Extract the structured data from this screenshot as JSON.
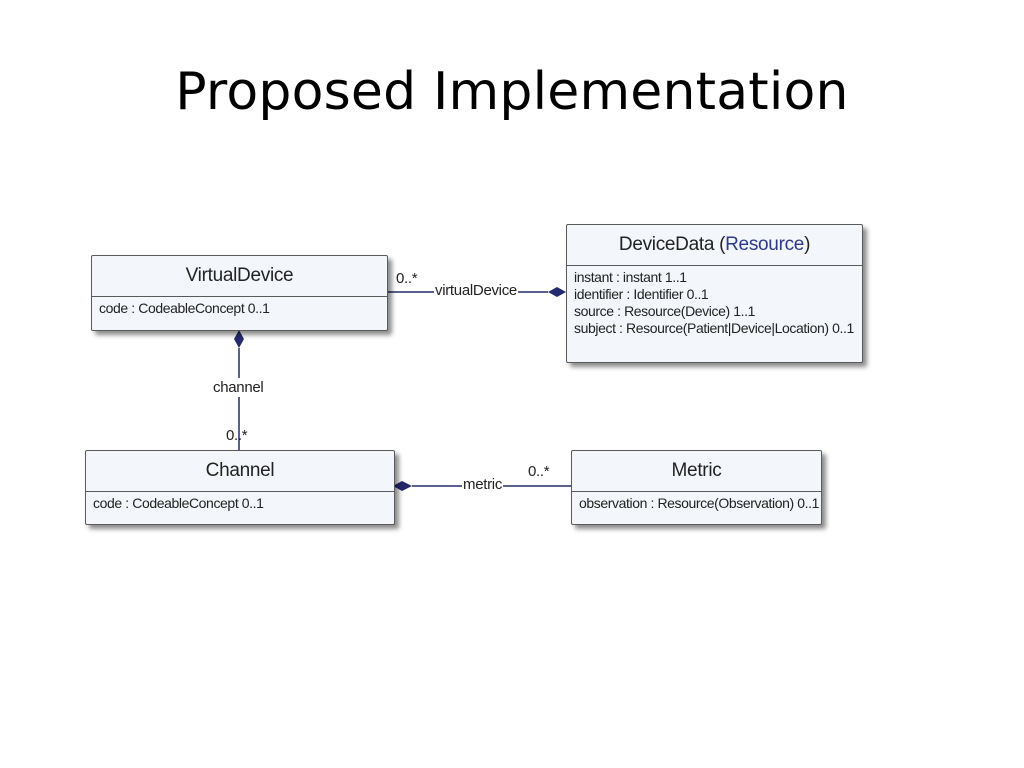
{
  "slide": {
    "title": "Proposed Implementation"
  },
  "classes": {
    "virtual_device": {
      "name": "VirtualDevice",
      "attributes": [
        "code : CodeableConcept 0..1"
      ]
    },
    "device_data": {
      "name": "DeviceData",
      "stereotype_open": " (",
      "stereotype": "Resource",
      "stereotype_close": ")",
      "attributes": [
        "instant : instant 1..1",
        "identifier : Identifier 0..1",
        "source : Resource(Device) 1..1",
        "subject : Resource(Patient|Device|Location) 0..1"
      ]
    },
    "channel": {
      "name": "Channel",
      "attributes": [
        "code : CodeableConcept 0..1"
      ]
    },
    "metric": {
      "name": "Metric",
      "attributes": [
        "observation : Resource(Observation) 0..1"
      ]
    }
  },
  "associations": {
    "virtual_device": {
      "role": "virtualDevice",
      "multiplicity": "0..*"
    },
    "channel": {
      "role": "channel",
      "multiplicity": "0..*"
    },
    "metric": {
      "role": "metric",
      "multiplicity": "0..*"
    }
  },
  "colors": {
    "connector": "#232b6e",
    "box_fill": "#f3f6fb",
    "stereotype": "#2e3a8c"
  }
}
